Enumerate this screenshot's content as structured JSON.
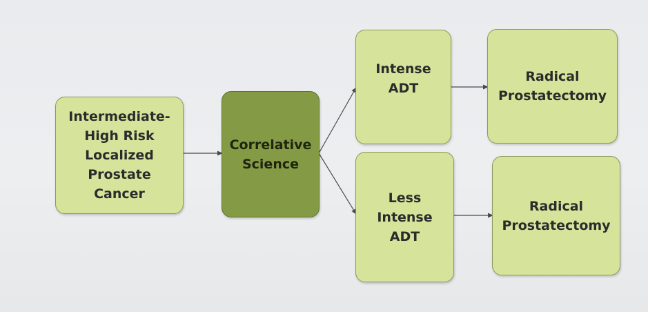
{
  "nodes": {
    "risk": "Intermediate-\nHigh Risk\nLocalized\nProstate\nCancer",
    "correlative": "Correlative\nScience",
    "intense": "Intense\nADT",
    "less_intense": "Less\nIntense\nADT",
    "prostatectomy_top": "Radical\nProstatectomy",
    "prostatectomy_bottom": "Radical\nProstatectomy"
  },
  "colors": {
    "box_fill": "#d6e39a",
    "box_dark_fill": "#849a44",
    "arrow": "#4a4a4a"
  }
}
